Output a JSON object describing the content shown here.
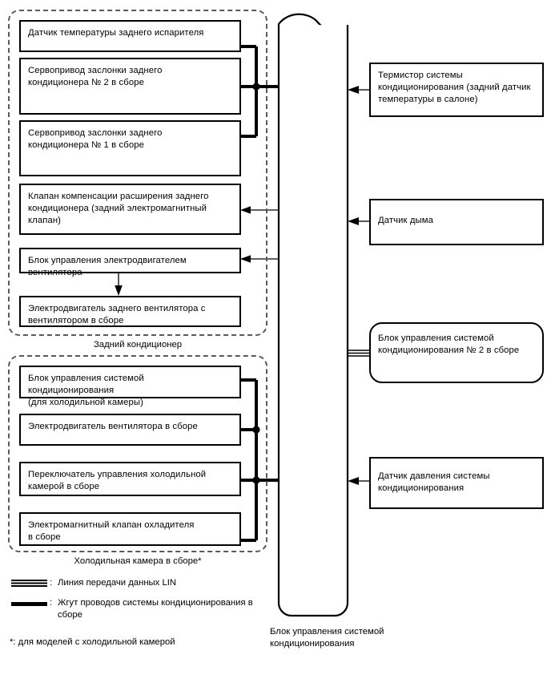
{
  "diagram": {
    "title_caption": "Блок управления системой\nкондиционирования",
    "groups": [
      {
        "id": "rear-ac",
        "label": "Задний кондиционер",
        "nodes": [
          {
            "id": "rear-evap-temp-sensor",
            "text": "Датчик температуры заднего испарителя"
          },
          {
            "id": "rear-damper-servo-2",
            "text": "Сервопривод заслонки заднего\nкондиционера № 2 в сборе"
          },
          {
            "id": "rear-damper-servo-1",
            "text": "Сервопривод заслонки заднего\nкондиционера № 1 в сборе"
          },
          {
            "id": "rear-expansion-valve",
            "text": "Клапан компенсации расширения заднего\nкондиционера (задний электромагнитный\nклапан)"
          },
          {
            "id": "blower-motor-control-unit",
            "text": "Блок управления электродвигателем вентилятора"
          },
          {
            "id": "rear-blower-motor",
            "text": "Электродвигатель заднего вентилятора с\nвентилятором в сборе"
          }
        ]
      },
      {
        "id": "cool-box",
        "label": "Холодильная камера в сборе*",
        "nodes": [
          {
            "id": "ac-control-unit-coolbox",
            "text": "Блок управления системой кондиционирования\n(для холодильной камеры)"
          },
          {
            "id": "blower-motor-assy",
            "text": "Электродвигатель вентилятора в сборе"
          },
          {
            "id": "coolbox-control-switch",
            "text": "Переключатель управления холодильной\nкамерой в сборе"
          },
          {
            "id": "cooler-solenoid-valve",
            "text": "Электромагнитный клапан охладителя\nв сборе"
          }
        ]
      }
    ],
    "right_nodes": [
      {
        "id": "ac-thermistor",
        "text": "Термистор системы\nкондиционирования (задний датчик\nтемпературы в салоне)",
        "rounded": false
      },
      {
        "id": "smoke-sensor",
        "text": "Датчик дыма",
        "rounded": false
      },
      {
        "id": "ac-control-unit-2",
        "text": "Блок управления системой\nкондиционирования № 2 в сборе",
        "rounded": true
      },
      {
        "id": "ac-pressure-sensor",
        "text": "Датчик давления системы\nкондиционирования",
        "rounded": false
      }
    ],
    "legend": [
      {
        "id": "lin-bus",
        "symbol": "lin-line-symbol",
        "separator": ":",
        "text": "Линия передачи данных LIN"
      },
      {
        "id": "ac-harness",
        "symbol": "harness-line-symbol",
        "separator": ":",
        "text": "Жгут проводов системы кондиционирования в\nсборе"
      }
    ],
    "footnote": "*: для моделей с холодильной камерой",
    "colors": {
      "stroke": "#000000",
      "dashed_group": "#5a5a5a",
      "background": "#ffffff"
    }
  }
}
